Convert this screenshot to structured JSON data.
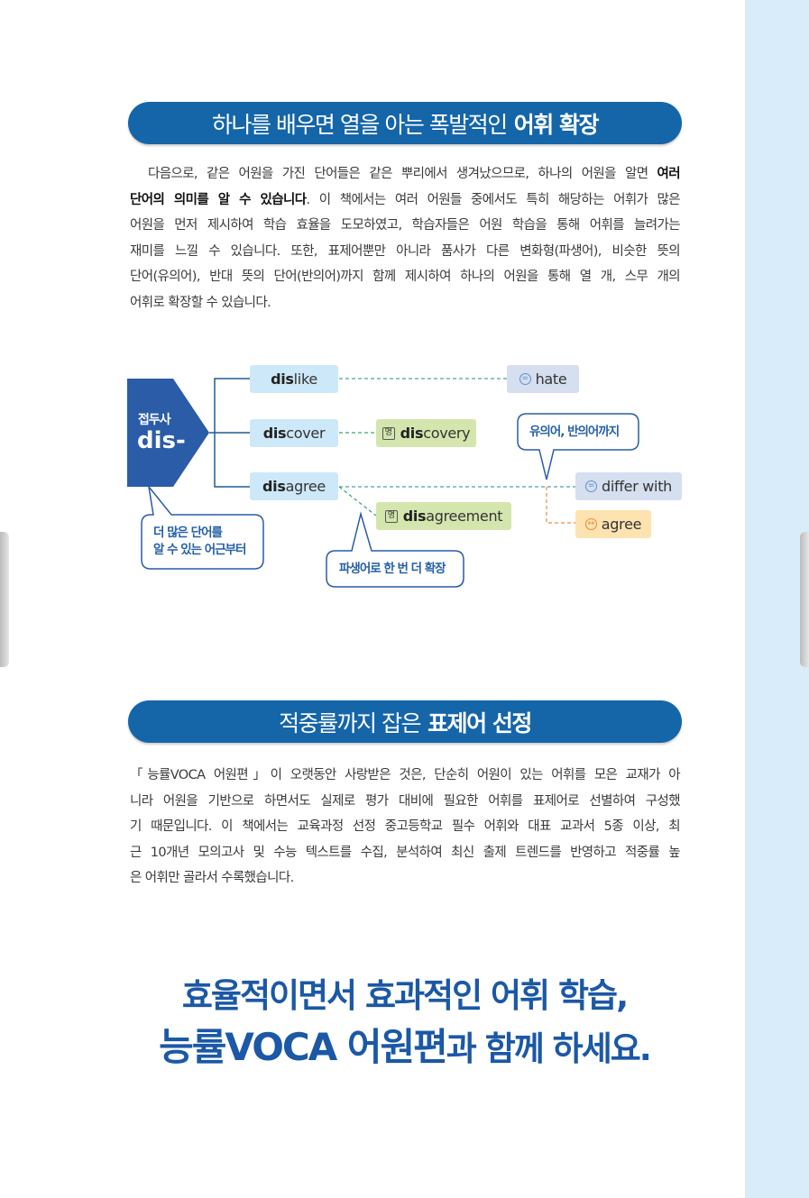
{
  "section1": {
    "title_normal": "하나를 배우면 열을 아는 폭발적인",
    "title_bold": "어휘 확장",
    "lines": [
      [
        "　다음으로, 같은 어원을 가진 단어들은 같은 뿌리에서 생겨났으므로, 하나의 어원을 알면 ",
        "여러"
      ],
      [
        "단어의 의미를 알 수 있습니다",
        ". 이 책에서는 여러 어원들 중에서도 특히 해당하는 어휘가 많은"
      ],
      [
        "어원을 먼저 제시하여 학습 효율을 도모하였고, 학습자들은 어원 학습을 통해 어휘를 늘려가는"
      ],
      [
        "재미를 느낄 수 있습니다. 또한, 표제어뿐만 아니라 품사가 다른 변화형(파생어), 비슷한 뜻의"
      ],
      [
        "단어(유의어), 반대 뜻의 단어(반의어)까지 함께 제시하여 하나의 어원을 통해 열 개, 스무 개의"
      ],
      [
        "어휘로 확장할 수 있습니다."
      ]
    ]
  },
  "diagram": {
    "prefix_label": "접두사",
    "prefix": "dis-",
    "words": [
      {
        "bold": "dis",
        "rest": "like"
      },
      {
        "bold": "dis",
        "rest": "cover"
      },
      {
        "bold": "dis",
        "rest": "agree"
      }
    ],
    "derivative_marker": "명",
    "derivatives": [
      {
        "bold": "dis",
        "rest": "covery"
      },
      {
        "bold": "dis",
        "rest": "agreement"
      }
    ],
    "synonym_marker": "=",
    "antonym_marker": "↔",
    "synonyms": [
      "hate",
      "differ with"
    ],
    "antonym": "agree",
    "callout_root": [
      "더 많은 단어를",
      "알 수 있는 어근부터"
    ],
    "callout_derivative": "파생어로 한 번 더 확장",
    "callout_syn": "유의어, 반의어까지"
  },
  "section2": {
    "title_normal": "적중률까지 잡은",
    "title_bold": "표제어 선정",
    "lines": [
      "「능률VOCA 어원편」이 오랫동안 사랑받은 것은, 단순히 어원이 있는 어휘를 모은 교재가 아",
      "니라 어원을 기반으로 하면서도 실제로 평가 대비에 필요한 어휘를 표제어로 선별하여 구성했",
      "기 때문입니다. 이 책에서는 교육과정 선정 중고등학교 필수 어휘와 대표 교과서 5종 이상, 최",
      "근 10개년 모의고사 및 수능 텍스트를 수집, 분석하여 최신 출제 트렌드를 반영하고 적중률 높",
      "은 어휘만 골라서 수록했습니다."
    ]
  },
  "slogan": {
    "line1": "효율적이면서 효과적인 어휘 학습,",
    "line2_bold": "능률VOCA 어원편",
    "line2_rest": "과 함께 하세요."
  },
  "colors": {
    "primary": "#1565a9",
    "side_panel": "#d8ecfa"
  }
}
